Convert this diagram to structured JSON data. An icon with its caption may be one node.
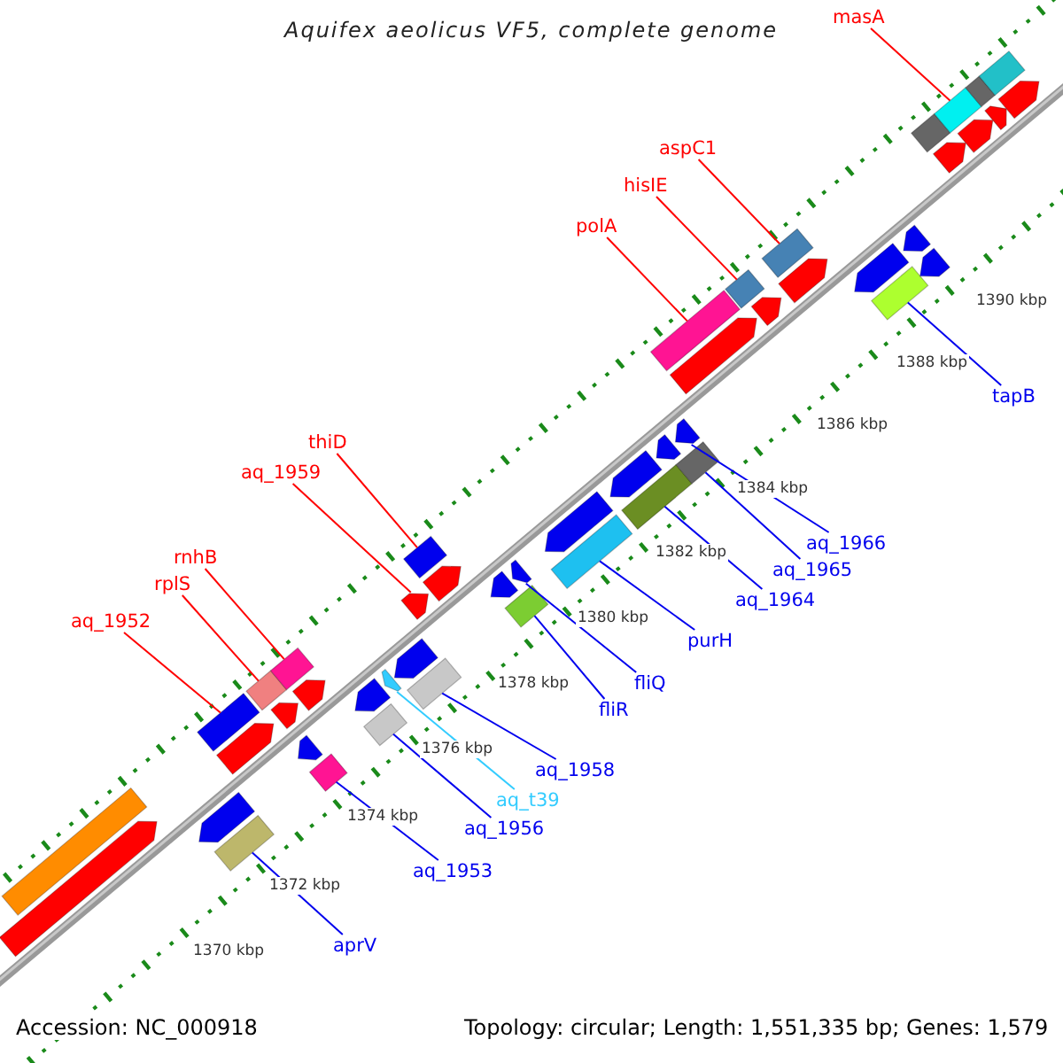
{
  "diagram": {
    "title": "Aquifex aeolicus VF5, complete genome",
    "nodes": [
      {
        "text": [],
        "shape": "box"
      },
      {
        "text": [],
        "shape": "pentagon"
      },
      {
        "text": [],
        "shape": "box"
      },
      {
        "text": [],
        "shape": "pentagon"
      },
      {
        "text": [],
        "shape": "box"
      },
      {
        "text": [],
        "shape": "box"
      },
      {
        "text": [],
        "shape": "pentagon"
      },
      {
        "text": [],
        "shape": "pentagon"
      },
      {
        "text": [],
        "shape": "pentagon"
      },
      {
        "text": [],
        "shape": "pentagon"
      },
      {
        "text": [],
        "shape": "box"
      },
      {
        "text": [],
        "shape": "box"
      },
      {
        "text": [],
        "shape": "box"
      },
      {
        "text": [],
        "shape": "box"
      },
      {
        "text": [],
        "shape": "pentagon"
      },
      {
        "text": [],
        "shape": "pentagon"
      },
      {
        "text": [],
        "shape": "pentagon"
      },
      {
        "text": [],
        "shape": "box"
      },
      {
        "text": [],
        "shape": "box"
      },
      {
        "text": [],
        "shape": "box"
      },
      {
        "text": [],
        "shape": "box"
      },
      {
        "text": [],
        "shape": "pentagon"
      },
      {
        "text": [],
        "shape": "pentagon"
      },
      {
        "text": [],
        "shape": "pentagon"
      },
      {
        "text": [],
        "shape": "pentagon"
      },
      {
        "text": [],
        "shape": "pentagon"
      },
      {
        "text": [],
        "shape": "box"
      },
      {
        "text": [],
        "shape": "pentagon"
      },
      {
        "text": [],
        "shape": "box"
      },
      {
        "text": [],
        "shape": "pentagon"
      },
      {
        "text": [],
        "shape": "box"
      },
      {
        "text": [],
        "shape": "pentagon"
      },
      {
        "text": [],
        "shape": "pentagon"
      },
      {
        "text": [],
        "shape": "box"
      },
      {
        "text": [],
        "shape": "pentagon"
      },
      {
        "text": [],
        "shape": "pentagon"
      },
      {
        "text": [],
        "shape": "box"
      },
      {
        "text": [],
        "shape": "pentagon"
      },
      {
        "text": [],
        "shape": "box"
      },
      {
        "text": [],
        "shape": "pentagon"
      },
      {
        "text": [],
        "shape": "pentagon"
      },
      {
        "text": [],
        "shape": "pentagon"
      },
      {
        "text": [],
        "shape": "box"
      },
      {
        "text": [],
        "shape": "box"
      },
      {
        "text": [],
        "shape": "pentagon"
      },
      {
        "text": [],
        "shape": "pentagon"
      },
      {
        "text": [],
        "shape": "box"
      },
      {
        "text": [],
        "shape": "pentagon"
      },
      {
        "text": [
          "aq_1952"
        ]
      },
      {
        "text": [
          "rplS"
        ]
      },
      {
        "text": [
          "rnhB"
        ]
      },
      {
        "text": [
          "aq_1959"
        ]
      },
      {
        "text": [
          "thiD"
        ]
      },
      {
        "text": [
          "polA"
        ]
      },
      {
        "text": [
          "hisIE"
        ]
      },
      {
        "text": [
          "aspC1"
        ]
      },
      {
        "text": [
          "masA"
        ]
      },
      {
        "text": [
          "aprV"
        ]
      },
      {
        "text": [
          "aq_1953"
        ]
      },
      {
        "text": [
          "aq_1956"
        ]
      },
      {
        "text": [
          "aq_t39"
        ]
      },
      {
        "text": [
          "aq_1958"
        ]
      },
      {
        "text": [
          "fliR"
        ]
      },
      {
        "text": [
          "fliQ"
        ]
      },
      {
        "text": [
          "purH"
        ]
      },
      {
        "text": [
          "aq_1964"
        ]
      },
      {
        "text": [
          "aq_1965"
        ]
      },
      {
        "text": [
          "aq_1966"
        ]
      },
      {
        "text": [
          "tapB"
        ]
      }
    ],
    "edges": [
      {
        "from": 48,
        "to": 2,
        "arrow": "none",
        "color": "#ff0000"
      },
      {
        "from": 49,
        "to": 4,
        "arrow": "none",
        "color": "#ff0000"
      },
      {
        "from": 50,
        "to": 5,
        "arrow": "none",
        "color": "#ff0000"
      },
      {
        "from": 51,
        "to": 8,
        "arrow": "none",
        "color": "#ff0000"
      },
      {
        "from": 52,
        "to": 10,
        "arrow": "none",
        "color": "#ff0000"
      },
      {
        "from": 53,
        "to": 11,
        "arrow": "none",
        "color": "#ff0000"
      },
      {
        "from": 54,
        "to": 12,
        "arrow": "none",
        "color": "#ff0000"
      },
      {
        "from": 55,
        "to": 13,
        "arrow": "none",
        "color": "#ff0000"
      },
      {
        "from": 56,
        "to": 18,
        "arrow": "none",
        "color": "#ff0000"
      },
      {
        "from": 57,
        "to": 26,
        "arrow": "none"
      },
      {
        "from": 58,
        "to": 28,
        "arrow": "none"
      },
      {
        "from": 59,
        "to": 30,
        "arrow": "none"
      },
      {
        "from": 60,
        "to": 31,
        "arrow": "none",
        "color": "#33ccff"
      },
      {
        "from": 61,
        "to": 33,
        "arrow": "none"
      },
      {
        "from": 62,
        "to": 36,
        "arrow": "none"
      },
      {
        "from": 63,
        "to": 35,
        "arrow": "none"
      },
      {
        "from": 64,
        "to": 38,
        "arrow": "none"
      },
      {
        "from": 65,
        "to": 42,
        "arrow": "none"
      },
      {
        "from": 66,
        "to": 43,
        "arrow": "none"
      },
      {
        "from": 67,
        "to": 41,
        "arrow": "none"
      },
      {
        "from": 68,
        "to": 46,
        "arrow": "none"
      }
    ],
    "labels": [
      "1390 kbp",
      "1388 kbp",
      "1386 kbp",
      "1384 kbp",
      "1382 kbp",
      "1380 kbp",
      "1378 kbp",
      "1376 kbp",
      "1374 kbp",
      "1372 kbp",
      "1370 kbp",
      "Accession: NC_000918",
      "Topology: circular; Length: 1,551,335 bp; Genes: 1,579"
    ]
  }
}
